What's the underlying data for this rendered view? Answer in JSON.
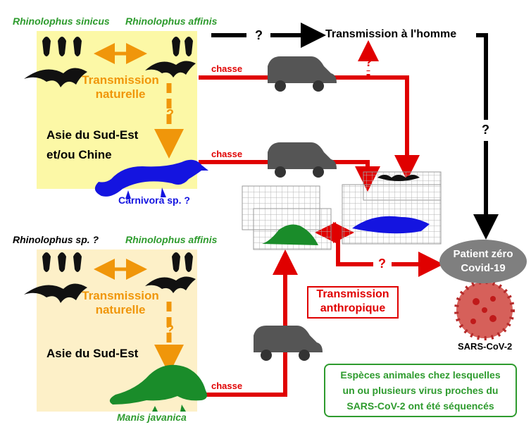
{
  "top_region": {
    "species_left": "Rhinolophus sinicus",
    "species_right": "Rhinolophus affinis",
    "transmission": [
      "Transmission",
      "naturelle"
    ],
    "region_lines": [
      "Asie du Sud-Est",
      "et/ou Chine"
    ],
    "intermediate": "Carnivora sp. ?",
    "bg_color": "#fcf8a6"
  },
  "bottom_region": {
    "species_left": "Rhinolophus sp. ?",
    "species_right": "Rhinolophus affinis",
    "transmission": [
      "Transmission",
      "naturelle"
    ],
    "region_lines": [
      "Asie du Sud-Est"
    ],
    "intermediate": "Manis javanica",
    "bg_color": "#fdf0c8"
  },
  "question_mark": "?",
  "human_transmission": "Transmission à l'homme",
  "hunting": "chasse",
  "anthropic": [
    "Transmission",
    "anthropique"
  ],
  "patient_zero": [
    "Patient zéro",
    "Covid-19"
  ],
  "virus_label": "SARS-CoV-2",
  "legend": [
    "Espèces animales chez lesquelles",
    "un ou plusieurs virus proches du",
    "SARS-CoV-2 ont été séquencés"
  ],
  "colors": {
    "arrow_red": "#e00000",
    "arrow_orange": "#f0960a",
    "species_green": "#2e9b2e",
    "civet_blue": "#1414e0",
    "pangolin_green": "#1a8c2a"
  }
}
